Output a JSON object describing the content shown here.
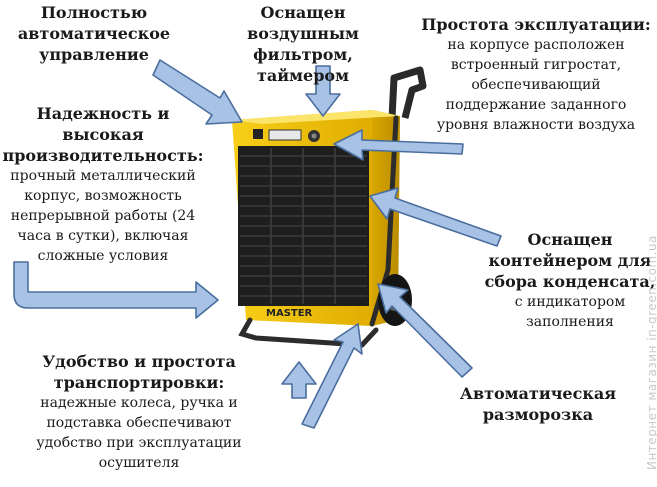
{
  "features": {
    "auto_control": {
      "title": "Полностью\nавтоматическое\nуправление"
    },
    "filter_timer": {
      "title": "Оснащен\nвоздушным фильтром,\nтаймером"
    },
    "easy_operation": {
      "title": "Простота эксплуатации:",
      "description": "на корпусе расположен\nвстроенный гигростат,\nобеспечивающий\nподдержание заданного\nуровня влажности воздуха"
    },
    "reliability": {
      "title": "Надежность и\nвысокая\nпроизводительность:",
      "description": "прочный металлический\nкорпус, возможность\nнепрерывной работы (24\nчаса в сутки), включая\nсложные условия"
    },
    "condensate": {
      "title": "Оснащен\nконтейнером для\nсбора конденсата,",
      "description": "с индикатором\nзаполнения"
    },
    "transport": {
      "title": "Удобство и простота\nтранспортировки:",
      "description": "надежные колеса, ручка и\nподставка обеспечивают\nудобство при эксплуатации\nосушителя"
    },
    "defrost": {
      "title": "Автоматическая\nразморозка"
    }
  },
  "device": {
    "brand": "MASTER"
  },
  "watermark": "Интернет магазин in-green.com.ua",
  "colors": {
    "body": "#f2c200",
    "arrow_fill": "#a8c2e6",
    "arrow_stroke": "#4a6e9e",
    "grille": "#222222",
    "frame": "#3a3a3a"
  }
}
